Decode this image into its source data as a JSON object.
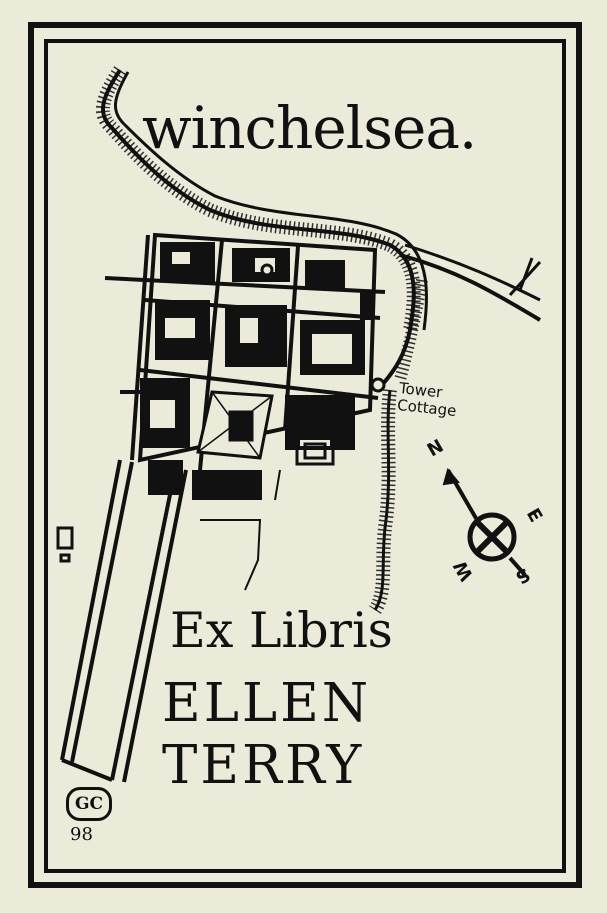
{
  "bookplate": {
    "title": "winchelsea.",
    "map_label_line1": "Tower",
    "map_label_line2": "Cottage",
    "inscription": "Ex Libris",
    "owner_first": "ELLEN",
    "owner_last": "TERRY",
    "monogram": "GC",
    "year": "98"
  },
  "compass": {
    "north": "N",
    "east": "E",
    "south": "S",
    "west": "W"
  },
  "colors": {
    "paper": "#ecebda",
    "ink": "#111111"
  }
}
